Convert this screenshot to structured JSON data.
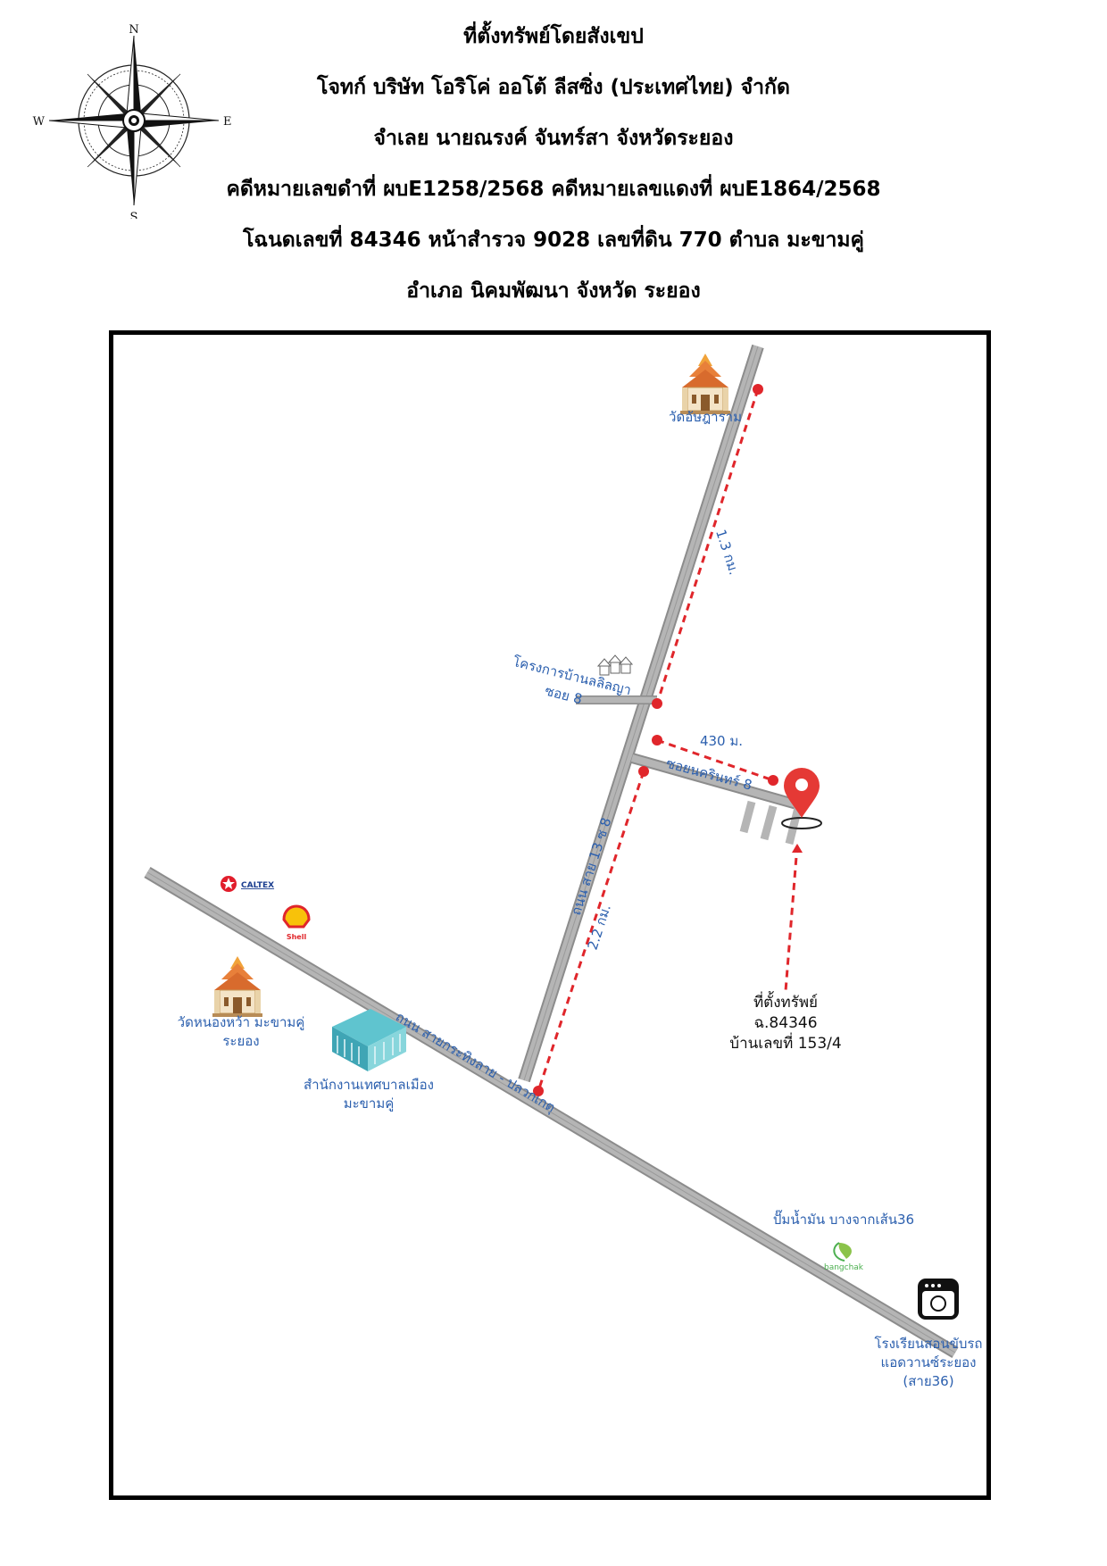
{
  "header": {
    "lines": [
      "ที่ตั้งทรัพย์โดยสังเขป",
      "โจทก์ บริษัท โอริโค่ ออโต้ ลีสซิ่ง (ประเทศไทย) จำกัด",
      "จำเลย นายณรงค์ จันทร์สา จังหวัดระยอง",
      "คดีหมายเลขดำที่ ผบE1258/2568 คดีหมายเลขแดงที่ ผบE1864/2568",
      "โฉนดเลขที่ 84346 หน้าสำรวจ 9028 เลขที่ดิน 770 ตำบล มะขามคู่",
      "อำเภอ นิคมพัฒนา จังหวัด ระยอง"
    ]
  },
  "compass": {
    "n": "N",
    "s": "S",
    "e": "E",
    "w": "W"
  },
  "map": {
    "landmarks": {
      "temple_north": "วัดอัษฎาราม",
      "village_project_1": "โครงการบ้านลลิลญา",
      "village_project_2": "ซอย 8",
      "temple_west_1": "วัดหนองหว้า มะขามคู่",
      "temple_west_2": "ระยอง",
      "municipal_1": "สำนักงานเทศบาลเมือง",
      "municipal_2": "มะขามคู่",
      "gas_station": "ปั๊มน้ำมัน บางจากเส้น36",
      "driving_school_1": "โรงเรียนสอนขับรถ",
      "driving_school_2": "แอดวานซ์ระยอง",
      "driving_school_3": "(สาย36)"
    },
    "brands": {
      "caltex": "CALTEX",
      "shell": "Shell",
      "bangchak": "bangchak"
    },
    "roads": {
      "main_road": "ถนน สายกระทิงลาย - ปลวกเกตุ",
      "road_13": "ถนน สาย 13 ซ 8",
      "soi": "ซอยนครินทร์ 8"
    },
    "distances": {
      "north": "1.3 กม.",
      "south": "2.2 กม.",
      "east": "430 ม."
    },
    "property": {
      "line1": "ที่ตั้งทรัพย์",
      "line2": "ฉ.84346",
      "line3": "บ้านเลขที่ 153/4"
    }
  },
  "colors": {
    "road": "#a9a9a9",
    "road_edge": "#8c8c8c",
    "dashed": "#e0262b",
    "label_blue": "#2b5fae",
    "pin": "#e53935"
  }
}
